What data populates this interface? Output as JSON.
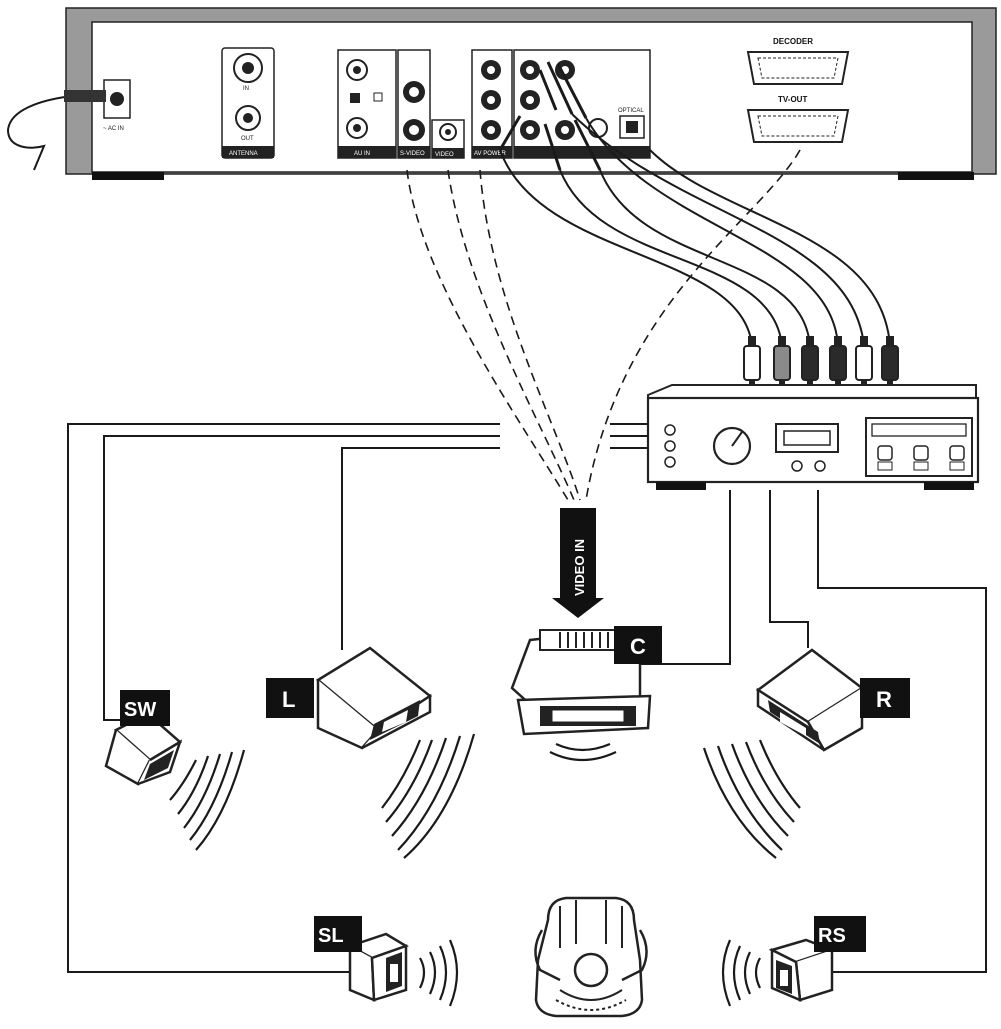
{
  "player_panel": {
    "antenna_in": "IN",
    "antenna_out": "OUT",
    "antenna_label": "ANTENNA",
    "audio_in_label": "AU IN",
    "svideo_label": "S-VIDEO",
    "video_out_label": "VIDEO",
    "audio_out_label": "AV POWER",
    "digital_label": "OPTICAL",
    "decoder_label": "DECODER",
    "tv_out_label": "TV-OUT"
  },
  "video_in_label": "VIDEO IN",
  "speakers": {
    "center": "C",
    "left": "L",
    "right": "R",
    "subwoofer": "SW",
    "surround_left": "SL",
    "surround_right": "RS"
  },
  "rca_plug_colors": [
    "#ffffff",
    "#8a8a8a",
    "#2a2a2a",
    "#2a2a2a",
    "#ffffff",
    "#2a2a2a"
  ]
}
